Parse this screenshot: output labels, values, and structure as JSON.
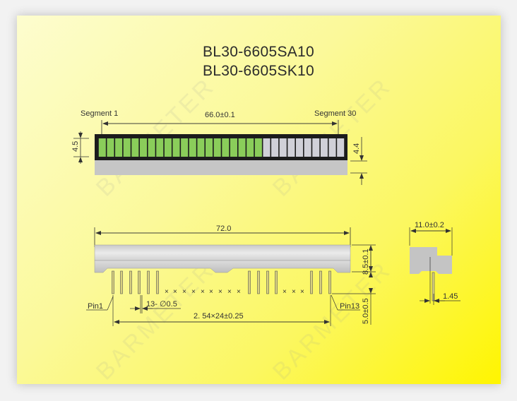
{
  "title": {
    "line1": "BL30-6605SA10",
    "line2": "BL30-6605SK10"
  },
  "front_view": {
    "segment_first_label": "Segment 1",
    "segment_last_label": "Segment 30",
    "segment_pitch_span": "66.0±0.1",
    "height_left": "4.5",
    "height_right": "4.4",
    "segments_total": 30,
    "segments_green": 20,
    "segments_gray": 10
  },
  "side_view": {
    "length": "72.0",
    "body_height": "8.5±0.1",
    "pin_length": "5.0±0.5",
    "pin_diameter": "13- ∅0.5",
    "pin_span": "2. 54×24±0.25",
    "pin_first": "Pin1",
    "pin_last": "Pin13",
    "pin_count": 13
  },
  "end_view": {
    "depth": "11.0±0.2",
    "pin_offset": "1.45"
  },
  "watermark": "BARMETER",
  "colors": {
    "panel_light": "#fdfdcf",
    "panel_dark": "#fff500",
    "segment_green": "#8acd5a",
    "segment_gray": "#d0d0d8",
    "bezel": "#1c1c1c",
    "body_gray": "#c6c6c6"
  }
}
